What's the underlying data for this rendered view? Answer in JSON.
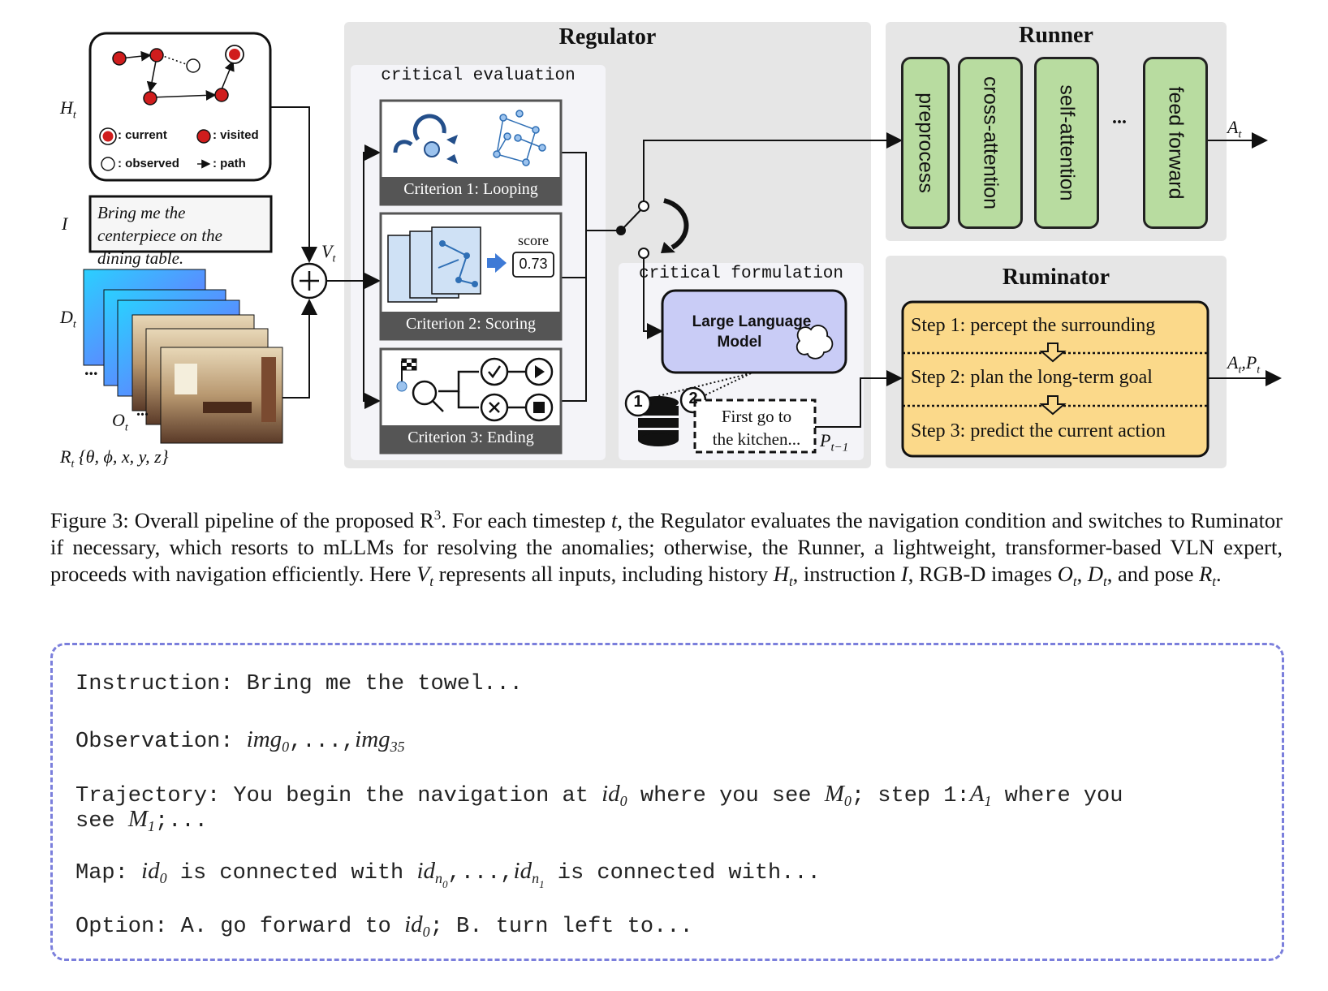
{
  "inputs": {
    "ht_label": "H",
    "ht_sub": "t",
    "legend_current": ": current",
    "legend_visited": ": visited",
    "legend_observed": ": observed",
    "legend_path": ": path",
    "i_label": "I",
    "instruction_text": "Bring me the centerpiece on the dining table.",
    "dt_label": "D",
    "dt_sub": "t",
    "ot_label": "O",
    "ot_sub": "t",
    "rt_label": "R",
    "rt_sub": "t",
    "rt_pose": "{θ, ϕ, x, y, z}",
    "vt_label": "V",
    "vt_sub": "t",
    "ellipsis": "..."
  },
  "regulator": {
    "title": "Regulator",
    "eval_title": "critical evaluation",
    "criterion1": "Criterion 1: Looping",
    "criterion2": "Criterion 2: Scoring",
    "criterion3": "Criterion 3: Ending",
    "score_label": "score",
    "score_value": "0.73",
    "form_title": "critical formulation",
    "llm_label_1": "Large Language",
    "llm_label_2": "Model",
    "badge1": "1",
    "badge2": "2",
    "plan_text_1": "First go to",
    "plan_text_2": "the kitchen...",
    "p_label": "P",
    "p_sub": "t−1"
  },
  "runner": {
    "title": "Runner",
    "blocks": [
      "preprocess",
      "cross-attention",
      "self-attention",
      "feed forward"
    ],
    "ellipsis": "...",
    "output_label": "A",
    "output_sub": "t"
  },
  "ruminator": {
    "title": "Ruminator",
    "steps": [
      "Step 1: percept the surrounding",
      "Step 2: plan the long-term goal",
      "Step 3: predict the current action"
    ],
    "output_label": "A",
    "output_sub": "t",
    "output_label2": "P",
    "output_sub2": "t"
  },
  "caption": {
    "text_a": "Figure 3: Overall pipeline of the proposed R",
    "sup": "3",
    "text_b": ". For each timestep ",
    "t": "t",
    "text_c": ", the Regulator evaluates the navigation condition and switches to Ruminator if necessary, which resorts to mLLMs for resolving the anomalies; otherwise, the Runner, a lightweight, transformer-based VLN expert, proceeds with navigation efficiently. Here ",
    "v": "V",
    "text_d": " represents all inputs, including history ",
    "h": "H",
    "text_e": ", instruction ",
    "i": "I",
    "text_f": ", RGB-D images ",
    "o": "O",
    "text_g": ", ",
    "d": "D",
    "text_h": ", and pose ",
    "r": "R",
    "text_i": ".",
    "sub_t": "t"
  },
  "prompt": {
    "line1": "Instruction: Bring me the towel...",
    "line2_a": "Observation: ",
    "line2_img": "img",
    "line2_s0": "0",
    "line2_mid": ",...,",
    "line2_s35": "35",
    "line3_a": "Trajectory: You begin the navigation at ",
    "line3_id": "id",
    "line3_b": " where you see ",
    "line3_m": "M",
    "line3_c": "; step 1:",
    "line3_A": "A",
    "line3_d": " where you",
    "line4_a": "see ",
    "line4_b": ";...",
    "line5_a": "Map: ",
    "line5_b": " is connected with ",
    "line5_c": ",...,",
    "line5_d": " is connected with...",
    "sub_n": "n",
    "sub0": "0",
    "sub1": "1",
    "line6_a": "Option: A. go forward to ",
    "line6_b": "; B. turn left to..."
  }
}
